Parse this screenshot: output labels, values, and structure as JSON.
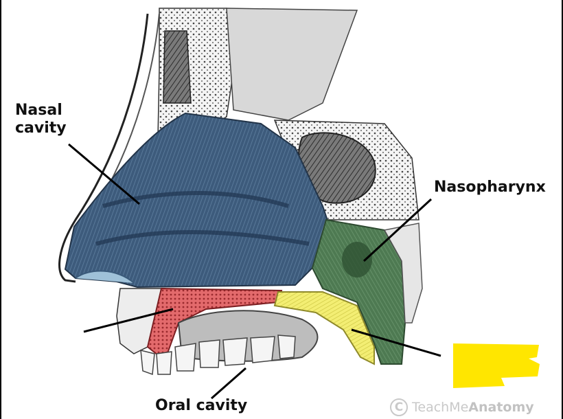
{
  "labels": {
    "nasal_cavity": "Nasal\ncavity",
    "nasopharynx": "Nasopharynx",
    "oral_cavity": "Oral cavity"
  },
  "watermark": {
    "brand_prefix": "TeachMe",
    "brand_suffix": "Anatomy"
  },
  "colors": {
    "nasal_cavity": "#3d5b7c",
    "nasopharynx": "#4e7a52",
    "hard_palate": "#d9575b",
    "soft_palate": "#f2ee6a",
    "highlight": "#ffe600",
    "bone": "#efeff0"
  }
}
